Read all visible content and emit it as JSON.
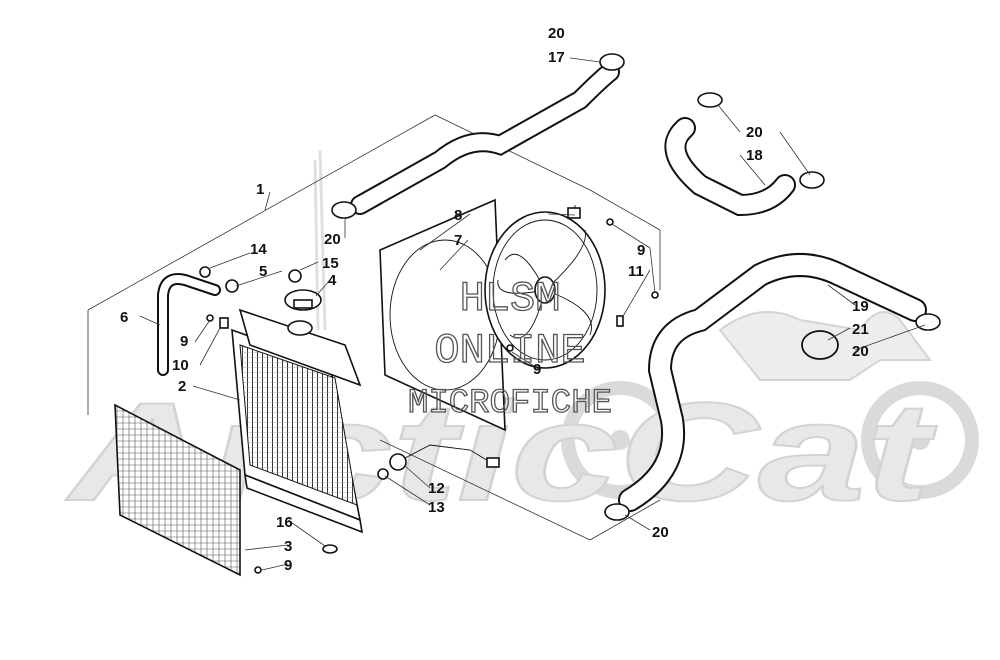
{
  "watermark": {
    "line1": "HLSM",
    "line2": "ONLINE",
    "line3": "MICROFICHE",
    "logo_text": "ArcticCat"
  },
  "callouts": {
    "c1": "1",
    "c2": "2",
    "c3": "3",
    "c4": "4",
    "c5": "5",
    "c6": "6",
    "c7": "7",
    "c8": "8",
    "c9a": "9",
    "c9b": "9",
    "c9c": "9",
    "c9d": "9",
    "c10": "10",
    "c11": "11",
    "c12": "12",
    "c13": "13",
    "c14": "14",
    "c15": "15",
    "c16": "16",
    "c17": "17",
    "c18": "18",
    "c19": "19",
    "c20a": "20",
    "c20b": "20",
    "c20c": "20",
    "c20d": "20",
    "c20e": "20",
    "c21": "21"
  }
}
